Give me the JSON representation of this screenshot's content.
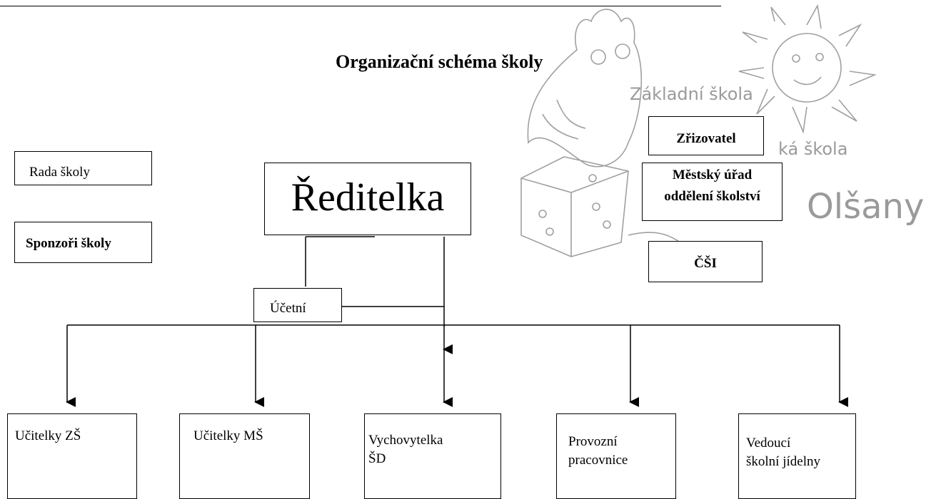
{
  "title": "Organizační schéma školy",
  "watermark": {
    "line1": "Základní škola",
    "line2": "ká škola",
    "line3": "Olšany"
  },
  "left_boxes": {
    "council": "Rada školy",
    "sponsors": "Sponzoři školy"
  },
  "director": "Ředitelka",
  "accountant": "Účetní",
  "right_boxes": {
    "founder": "Zřizovatel",
    "municipal_1": "Městský úřad",
    "municipal_2": "oddělení školství",
    "inspection": "ČŠI"
  },
  "staff": {
    "zs_teachers": "Učitelky ZŠ",
    "ms_teachers": "Učitelky MŠ",
    "educator_1": "Vychovytelka",
    "educator_2": "ŠD",
    "operational_1": "Provozní",
    "operational_2": "pracovnice",
    "canteen_1": "Vedoucí",
    "canteen_2": "školní jídelny"
  },
  "colors": {
    "lines": "#000000",
    "watermark": "#9a9a9a"
  }
}
